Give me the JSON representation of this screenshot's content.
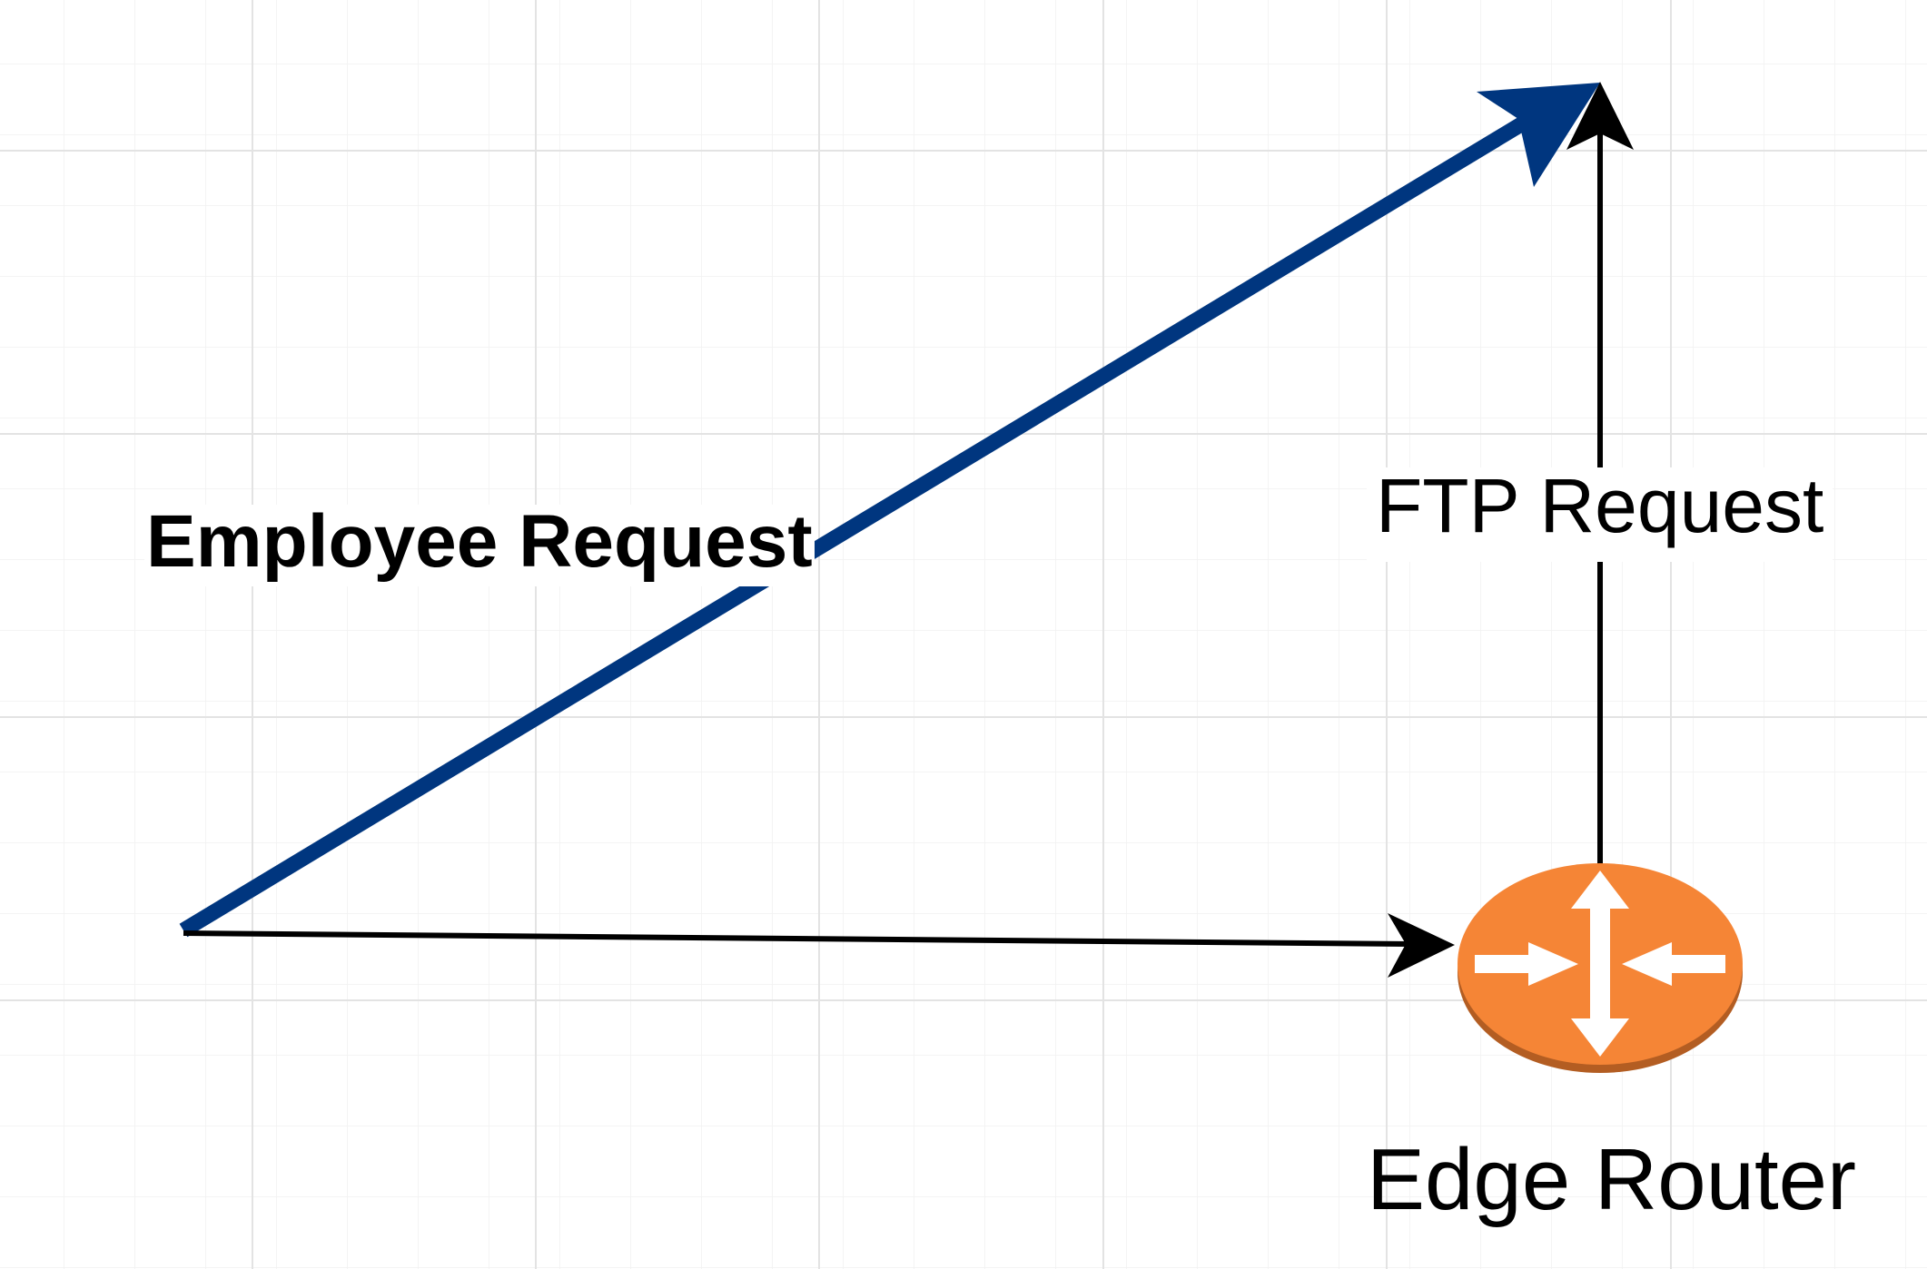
{
  "diagram": {
    "edges": {
      "employee_request": {
        "label": "Employee Request",
        "color": "#00367F"
      },
      "ftp_request": {
        "label": "FTP Request",
        "color": "#000000"
      },
      "to_router": {
        "color": "#000000"
      }
    },
    "nodes": {
      "edge_router": {
        "label": "Edge Router",
        "icon": "router-icon",
        "fill_color": "#F58536",
        "shadow_color": "#B35D22",
        "glyph_color": "#FFFFFF"
      }
    },
    "grid": {
      "visible": true,
      "color": "#E6E6E6"
    }
  }
}
